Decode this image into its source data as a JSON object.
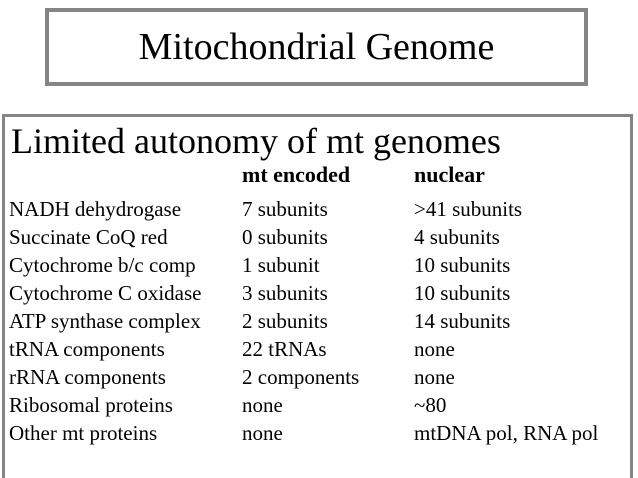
{
  "colors": {
    "border-gray": "#858585",
    "text": "#000000",
    "background": "#ffffff"
  },
  "title_box": {
    "title": "Mitochondrial Genome"
  },
  "content_box": {
    "heading": "Limited autonomy of mt genomes",
    "table": {
      "header": {
        "mt_encoded": "mt encoded",
        "nuclear": "nuclear"
      },
      "rows": [
        {
          "name": "NADH dehydrogase",
          "mt_encoded": "7 subunits",
          "nuclear": ">41 subunits"
        },
        {
          "name": "Succinate CoQ red",
          "mt_encoded": "0 subunits",
          "nuclear": "4 subunits"
        },
        {
          "name": "Cytochrome b/c comp",
          "mt_encoded": "1 subunit",
          "nuclear": "10 subunits"
        },
        {
          "name": "Cytochrome C oxidase",
          "mt_encoded": "3 subunits",
          "nuclear": "10 subunits"
        },
        {
          "name": "ATP synthase complex",
          "mt_encoded": "2 subunits",
          "nuclear": "14 subunits"
        },
        {
          "name": "tRNA components",
          "mt_encoded": "22 tRNAs",
          "nuclear": "none"
        },
        {
          "name": "rRNA components",
          "mt_encoded": "2 components",
          "nuclear": "none"
        },
        {
          "name": "Ribosomal proteins",
          "mt_encoded": "none",
          "nuclear": "~80"
        },
        {
          "name": "Other mt proteins",
          "mt_encoded": "none",
          "nuclear": "mtDNA pol, RNA pol"
        }
      ]
    }
  }
}
